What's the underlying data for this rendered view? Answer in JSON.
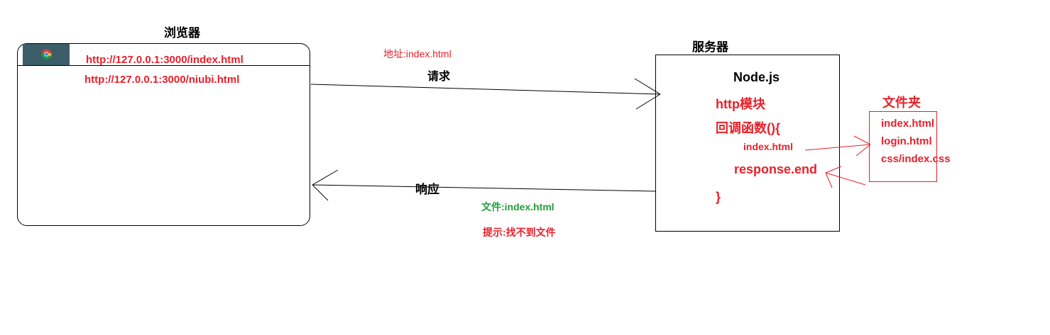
{
  "browser": {
    "title": "浏览器",
    "url_1": "http://127.0.0.1:3000/index.html",
    "url_2": "http://127.0.0.1:3000/niubi.html",
    "icon": "chrome-icon"
  },
  "request": {
    "address_label": "地址:index.html",
    "label": "请求"
  },
  "response": {
    "label": "响应",
    "file_label": "文件:index.html",
    "hint_label": "提示:找不到文件"
  },
  "server": {
    "title": "服务器",
    "nodejs": "Node.js",
    "http_module": "http模块",
    "callback": "回调函数(){",
    "index_file": "index.html",
    "response_end": "response.end",
    "closing_brace": "}"
  },
  "folder": {
    "title": "文件夹",
    "files": [
      "index.html",
      "login.html",
      "css/index.css"
    ]
  },
  "colors": {
    "red": "#e8202a",
    "green": "#22a03a",
    "tab": "#3c5e69"
  }
}
